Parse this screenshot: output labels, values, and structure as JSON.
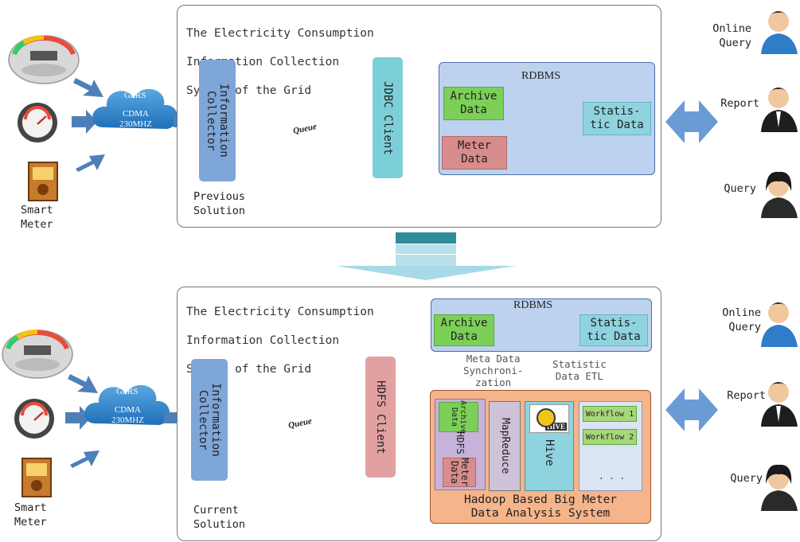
{
  "top": {
    "title_lines": [
      "The Electricity Consumption",
      "Information Collection",
      "System of the Grid"
    ],
    "solution_label": "Previous\nSolution",
    "collector_label": "Information\nCollector",
    "client_label": "JDBC Client",
    "queue_label": "Queue",
    "rdbms": {
      "title": "RDBMS",
      "archive": "Archive\nData",
      "meter": "Meter\nData",
      "statistic": "Statis-\ntic Data"
    }
  },
  "bottom": {
    "title_lines": [
      "The Electricity Consumption",
      "Information Collection",
      "System of the Grid"
    ],
    "solution_label": "Current\nSolution",
    "collector_label": "Information\nCollector",
    "client_label": "HDFS Client",
    "queue_label": "Queue",
    "rdbms": {
      "title": "RDBMS",
      "archive": "Archive\nData",
      "statistic": "Statis-\ntic Data"
    },
    "meta_sync": "Meta Data\nSynchroni-\nzation",
    "stat_etl": "Statistic\nData ETL",
    "hadoop": {
      "title": "Hadoop Based Big Meter\nData Analysis System",
      "hdfs": "HDFS",
      "hdfs_archive": "Archive\nData",
      "hdfs_meter": "Meter\nData",
      "mapreduce": "MapReduce",
      "hive": "Hive",
      "hive_logo": "HIVE",
      "workflow1": "Workflow 1",
      "workflow2": "Workflow 2",
      "ellipsis": ". . ."
    }
  },
  "cloud": {
    "gprs": "GPRS",
    "cdma": "CDMA\n230MHZ"
  },
  "smart_meter": "Smart\nMeter",
  "users_top": [
    "Online\nQuery",
    "Report",
    "Query"
  ],
  "users_bottom": [
    "Online\nQuery",
    "Report",
    "Query"
  ],
  "colors": {
    "arrow_blue": "#4f7fb8",
    "collector_blue": "#7ea6d8",
    "client_cyan": "#7ccfd8",
    "client_pink": "#e2a1a1",
    "hadoop_orange": "#f5b48a",
    "transition_cyan": "#9fd9e6",
    "archive_green": "#7ccf57",
    "meter_pink": "#d98c8c"
  }
}
